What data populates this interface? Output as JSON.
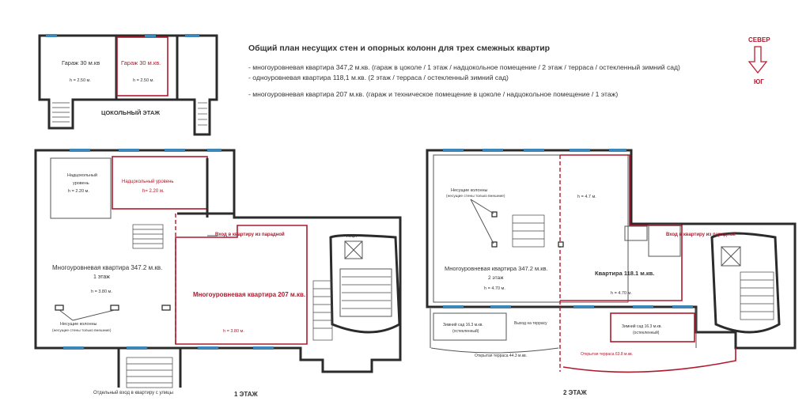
{
  "header": {
    "title": "Общий план несущих стен и опорных колонн для трех смежных квартир",
    "line1": "- многоуровневая квартира 347,2 м.кв. (гараж в цоколе / 1 этаж / надцокольное помещение / 2 этаж / терраса / остекленный зимний сад)",
    "line2": "- одноуровневая квартира 118,1 м.кв. (2 этаж / терраса / остекленный зимний сад)",
    "line3": "- многоуровневая квартира 207 м.кв. (гараж и техническое помещение в цоколе / надцокольное помещение / 1 этаж)"
  },
  "compass": {
    "north": "СЕВЕР",
    "south": "ЮГ",
    "color": "#c21a2e"
  },
  "basement": {
    "title": "ЦОКОЛЬНЫЙ ЭТАЖ",
    "garage1": "Гараж 30 м.кв",
    "garage1_h": "h = 2.50 м.",
    "garage2": "Гараж 30 м.кв.",
    "garage2_h": "h = 2.50 м."
  },
  "floor1": {
    "title": "1 ЭТАЖ",
    "mezz1": "Надцокольный",
    "mezz1b": "уровень",
    "mezz1_h": "h = 2.20 м.",
    "mezz2": "Надцокольный уровень",
    "mezz2_h": "h= 2.20 м.",
    "entrance": "Вход в квартиру из парадной",
    "lift": "Лифт",
    "apt347": "Многоуровневая квартира 347.2 м.кв.",
    "apt347_floor": "1 этаж",
    "apt347_h": "h = 3.80 м.",
    "apt207": "Многоуровневая квартира 207 м.кв.",
    "apt207_h": "h = 3.80 м.",
    "columns": "Несущие колонны",
    "columns_note": "(несущие стены только внешние)",
    "street_entrance": "Отдельный вход в квартиру с улицы"
  },
  "floor2": {
    "title": "2 ЭТАЖ",
    "columns": "Несущие колонны",
    "columns_note": "(несущие стены только внешние)",
    "h_right": "h = 4.7 м.",
    "entrance": "Вход в квартиру из парадной",
    "apt347": "Многоуровневая квартира 347.2 м.кв.",
    "apt347_floor": "2 этаж",
    "apt347_h": "h = 4.70 м.",
    "apt118": "Квартира 118.1 м.кв.",
    "apt118_h": "h = 4.70 м.",
    "garden1": "Зимний сад 16.3 м.кв.",
    "garden1b": "(остекленный)",
    "terrace_exit": "Выход на террасу",
    "garden2": "Зимний сад 16.3 м.кв.",
    "garden2b": "(остекленный)",
    "terrace1": "Открытая терраса 44.3 м.кв.",
    "terrace2": "Открытая терраса 63.8 м.кв."
  }
}
